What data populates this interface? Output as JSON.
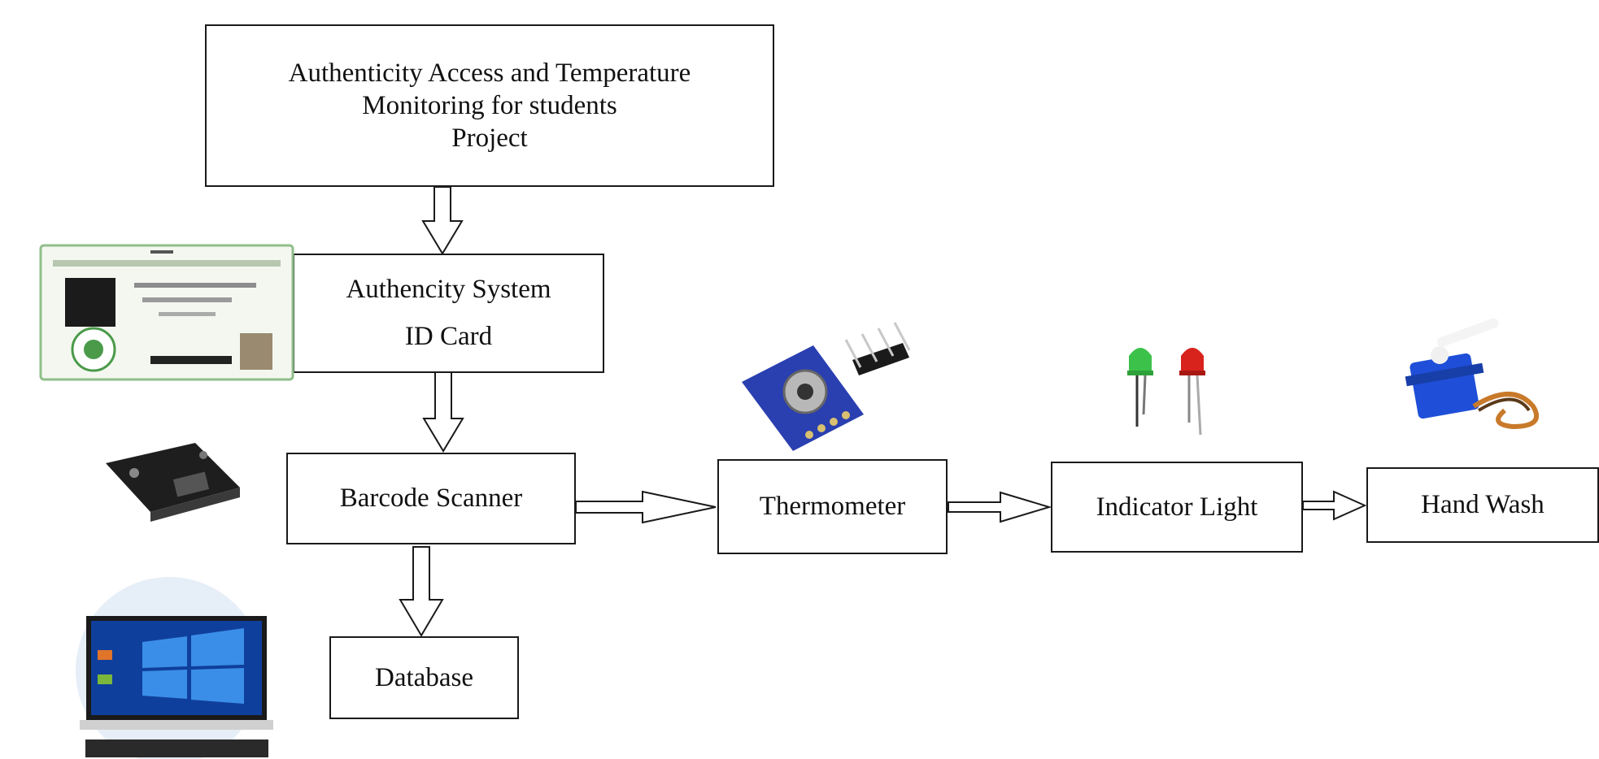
{
  "title_box": {
    "line1": "Authenticity Access and Temperature",
    "line2": "Monitoring for students",
    "line3": "Project"
  },
  "auth_box": {
    "line1": "Authencity System",
    "line2": "ID Card"
  },
  "barcode_box": {
    "label": "Barcode Scanner"
  },
  "database_box": {
    "label": "Database"
  },
  "thermometer_box": {
    "label": "Thermometer"
  },
  "indicator_box": {
    "label": "Indicator Light"
  },
  "handwash_box": {
    "label": "Hand Wash"
  },
  "icons": {
    "id_card": "id-card-photo",
    "barcode_scanner": "barcode-scanner-module-photo",
    "computer": "desktop-computer-photo",
    "thermometer": "ir-temperature-sensor-photo",
    "leds": "green-red-led-photo",
    "servo": "servo-motor-photo"
  },
  "colors": {
    "border": "#1a1a1a",
    "led_green": "#3cc24a",
    "led_red": "#d8231c",
    "servo_blue": "#1f4fd8",
    "sensor_board": "#2a3fb0"
  }
}
